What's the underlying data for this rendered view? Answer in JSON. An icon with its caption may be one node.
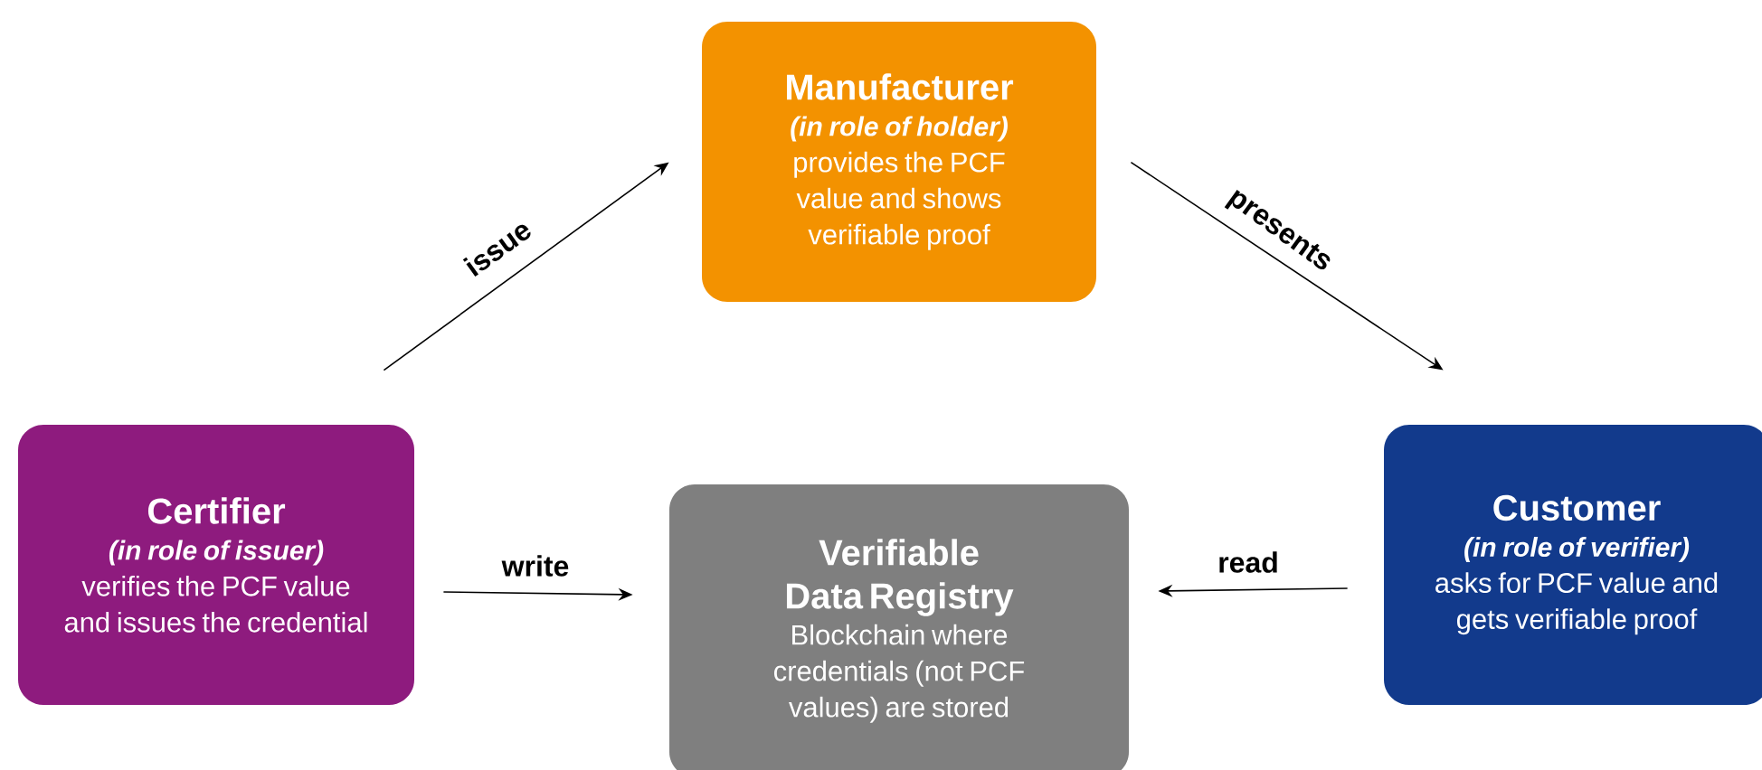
{
  "diagram": {
    "nodes": [
      {
        "text": [
          "Manufacturer",
          "(in role of holder)",
          "provides the PCF value and shows verifiable proof"
        ]
      },
      {
        "text": [
          "Certifier",
          "(in role of issuer)",
          "verifies the PCF value and issues the credential"
        ]
      },
      {
        "text": [
          "Verifiable Data Registry",
          "Blockchain where credentials (not PCF values) are stored"
        ]
      },
      {
        "text": [
          "Customer",
          "(in role of verifier)",
          "asks for PCF value and gets verifiable proof"
        ]
      }
    ],
    "edges": [
      {
        "from": 1,
        "to": 0,
        "arrow": "to",
        "label": "issue"
      },
      {
        "from": 0,
        "to": 3,
        "arrow": "to",
        "label": "presents"
      },
      {
        "from": 1,
        "to": 2,
        "arrow": "to",
        "label": "write"
      },
      {
        "from": 3,
        "to": 2,
        "arrow": "to",
        "label": "read"
      }
    ]
  }
}
